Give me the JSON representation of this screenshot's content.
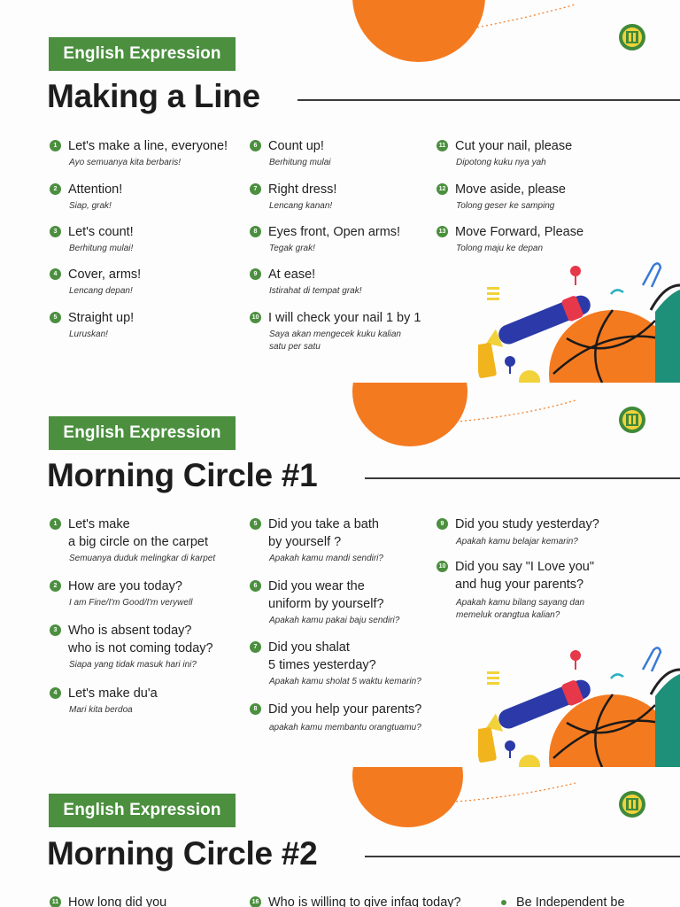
{
  "section1": {
    "badge": "English Expression",
    "title": "Making a Line",
    "items": [
      {
        "n": "1",
        "en": "Let's make a line, everyone!",
        "id": "Ayo semuanya kita berbaris!"
      },
      {
        "n": "2",
        "en": "Attention!",
        "id": "Siap, grak!"
      },
      {
        "n": "3",
        "en": "Let's count!",
        "id": "Berhitung mulai!"
      },
      {
        "n": "4",
        "en": "Cover, arms!",
        "id": "Lencang depan!"
      },
      {
        "n": "5",
        "en": "Straight up!",
        "id": "Luruskan!"
      },
      {
        "n": "6",
        "en": "Count up!",
        "id": "Berhitung mulai"
      },
      {
        "n": "7",
        "en": "Right dress!",
        "id": "Lencang kanan!"
      },
      {
        "n": "8",
        "en": "Eyes front, Open arms!",
        "id": "Tegak grak!"
      },
      {
        "n": "9",
        "en": "At ease!",
        "id": "Istirahat di tempat grak!"
      },
      {
        "n": "10",
        "en": "I will check your nail 1 by 1",
        "id": "Saya akan mengecek kuku kalian\nsatu per satu"
      },
      {
        "n": "11",
        "en": "Cut your nail, please",
        "id": "Dipotong kuku nya yah"
      },
      {
        "n": "12",
        "en": "Move aside, please",
        "id": "Tolong geser ke samping"
      },
      {
        "n": "13",
        "en": "Move Forward, Please",
        "id": "Tolong maju ke depan"
      }
    ]
  },
  "section2": {
    "badge": "English Expression",
    "title": "Morning Circle #1",
    "items": [
      {
        "n": "1",
        "en": "Let's make\na big circle on the carpet",
        "id": "Semuanya duduk melingkar di karpet"
      },
      {
        "n": "2",
        "en": "How are you today?",
        "id": "I am Fine/I'm Good/I'm verywell"
      },
      {
        "n": "3",
        "en": "Who is absent today?\nwho is not coming today?",
        "id": "Siapa yang tidak masuk hari ini?"
      },
      {
        "n": "4",
        "en": "Let's make du'a",
        "id": "Mari kita berdoa"
      },
      {
        "n": "5",
        "en": "Did you take a bath\nby yourself ?",
        "id": "Apakah kamu mandi sendiri?"
      },
      {
        "n": "6",
        "en": "Did you wear the\nuniform by yourself?",
        "id": "Apakah kamu pakai baju sendiri?"
      },
      {
        "n": "7",
        "en": "Did you shalat\n5 times yesterday?",
        "id": "Apakah kamu sholat 5 waktu kemarin?"
      },
      {
        "n": "8",
        "en": "Did you help your parents?",
        "id": "apakah kamu membantu orangtuamu?"
      },
      {
        "n": "9",
        "en": "Did you study yesterday?",
        "id": "Apakah kamu belajar kemarin?"
      },
      {
        "n": "10",
        "en": "Did you say \"I Love you\"\nand hug your parents?",
        "id": "Apakah kamu bilang sayang dan\nmemeluk orangtua kalian?"
      }
    ]
  },
  "section3": {
    "badge": "English Expression",
    "title": "Morning Circle #2",
    "items": [
      {
        "n": "11",
        "en": "How long did you"
      },
      {
        "n": "16",
        "en": "Who is willing to give infaq today?"
      },
      {
        "n": "",
        "en": "Be Independent be"
      }
    ]
  },
  "colors": {
    "green": "#4b8f3f",
    "orange": "#f47a20",
    "dark": "#1d1d1d"
  }
}
